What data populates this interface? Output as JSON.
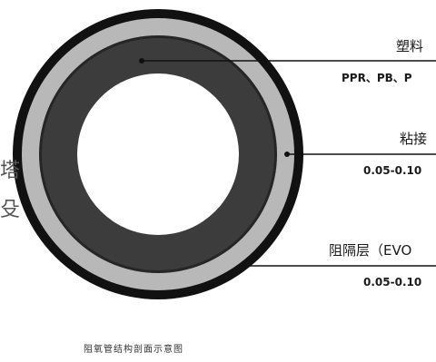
{
  "diagram": {
    "side_text": [
      "塔",
      "殳"
    ],
    "callouts": [
      {
        "title": "塑料",
        "detail": "PPR、PB、P"
      },
      {
        "title": "粘接",
        "detail": "0.05-0.10"
      },
      {
        "title": "阻隔层（EVO",
        "detail": "0.05-0.10"
      }
    ],
    "caption": "阻氧管结构剖面示意图",
    "colors": {
      "outer_ring": "#111111",
      "middle_ring": "#b8b8b8",
      "inner_ring": "#3c3c3c",
      "core": "#ffffff",
      "leader": "#111111"
    }
  }
}
